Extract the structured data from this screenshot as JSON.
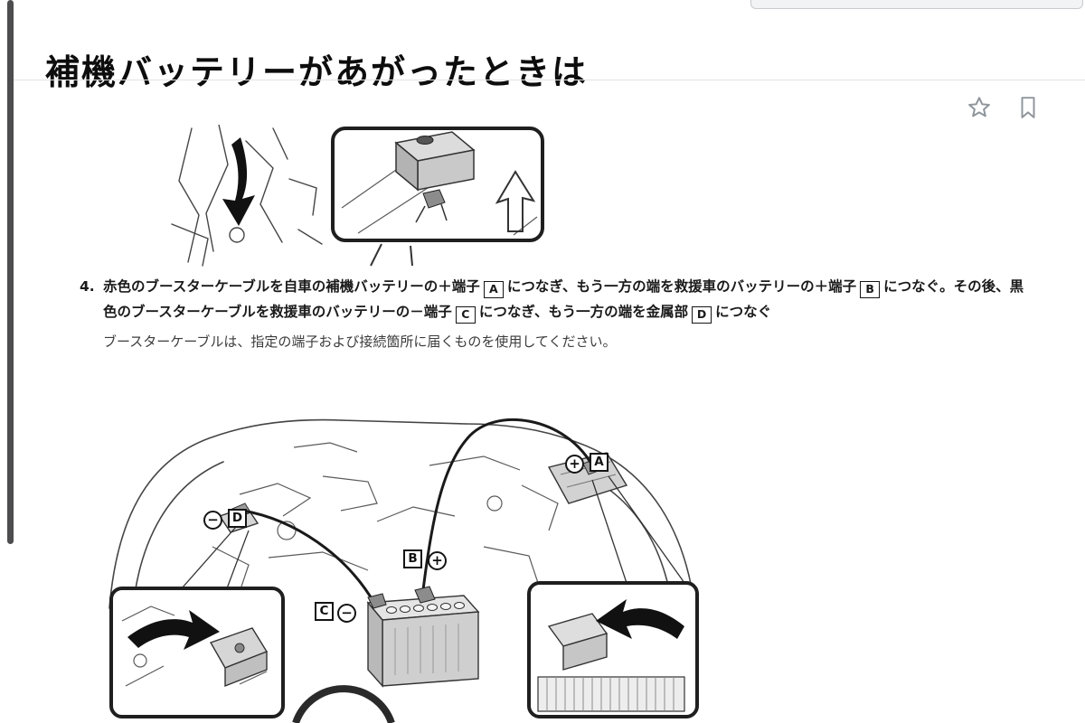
{
  "page": {
    "title": "補機バッテリーがあがったときは"
  },
  "toolbar": {
    "icons": [
      {
        "name": "star-icon"
      },
      {
        "name": "bookmark-icon"
      }
    ]
  },
  "step": {
    "number": "4.",
    "segments": [
      {
        "t": "赤色のブースターケーブルを自車の補機バッテリーの＋端子"
      },
      {
        "label": "A"
      },
      {
        "t": "につなぎ、もう一方の端を救援車のバッテリーの＋端子"
      },
      {
        "label": "B"
      },
      {
        "t": "につなぐ。その後、黒色のブースターケーブルを救援車のバッテリーの－端子"
      },
      {
        "label": "C"
      },
      {
        "t": "につなぎ、もう一方の端を金属部"
      },
      {
        "label": "D"
      },
      {
        "t": "につなぐ"
      }
    ],
    "note": "ブースターケーブルは、指定の端子および接続箇所に届くものを使用してください。"
  },
  "diagram": {
    "terminals": [
      {
        "label": "A",
        "sign": "+"
      },
      {
        "label": "B",
        "sign": "+"
      },
      {
        "label": "C",
        "sign": "−"
      },
      {
        "label": "D",
        "sign": "−"
      }
    ]
  }
}
